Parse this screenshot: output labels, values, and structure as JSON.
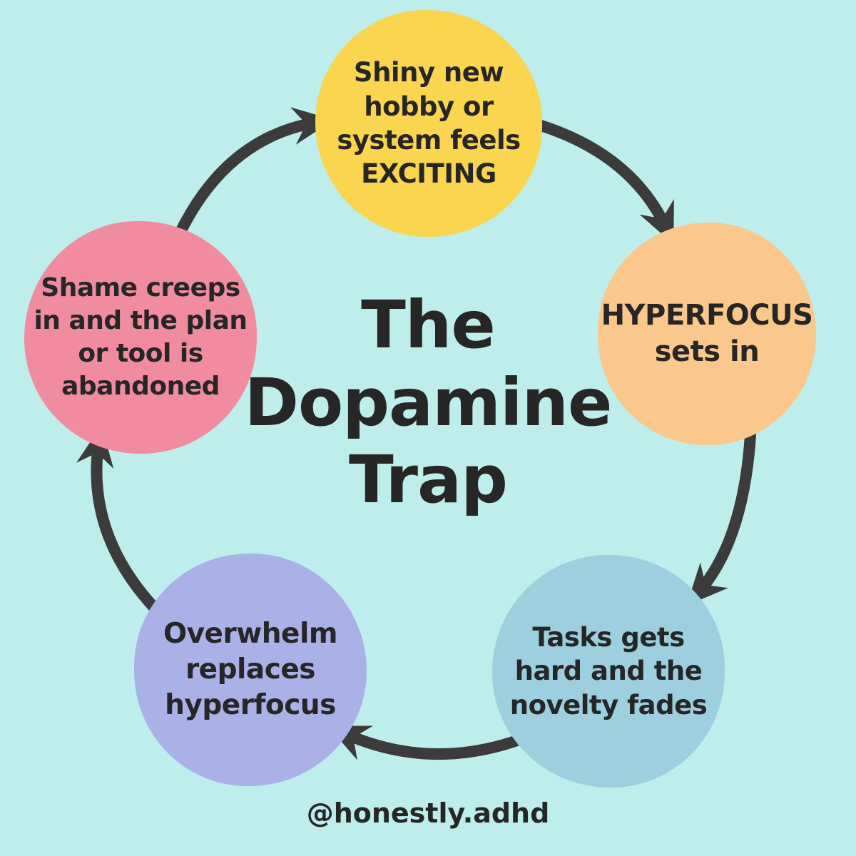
{
  "title": "The\nDopamine\nTrap",
  "credit": "@honestly.adhd",
  "colors": {
    "background": "#BDEEEB",
    "arrow": "#3B3B3B",
    "text": "#262626",
    "node_exciting": "#FAD550",
    "node_hyperfocus": "#FAC88C",
    "node_novelty": "#9ECFDF",
    "node_overwhelm": "#AAB1E6",
    "node_shame": "#F18BA0"
  },
  "cycle": {
    "nodes": [
      {
        "id": "exciting",
        "label": "Shiny new\nhobby or\nsystem feels\nEXCITING",
        "color": "#FAD550"
      },
      {
        "id": "hyperfocus",
        "label": "HYPERFOCUS\nsets in",
        "color": "#FAC88C"
      },
      {
        "id": "novelty",
        "label": "Tasks gets\nhard and the\nnovelty fades",
        "color": "#9ECFDF"
      },
      {
        "id": "overwhelm",
        "label": "Overwhelm\nreplaces\nhyperfocus",
        "color": "#AAB1E6"
      },
      {
        "id": "shame",
        "label": "Shame creeps\nin and the plan\nor tool is\nabandoned",
        "color": "#F18BA0"
      }
    ],
    "arrows": [
      {
        "from": "shame",
        "to": "exciting"
      },
      {
        "from": "exciting",
        "to": "hyperfocus"
      },
      {
        "from": "hyperfocus",
        "to": "novelty"
      },
      {
        "from": "novelty",
        "to": "overwhelm"
      },
      {
        "from": "overwhelm",
        "to": "shame"
      }
    ]
  }
}
